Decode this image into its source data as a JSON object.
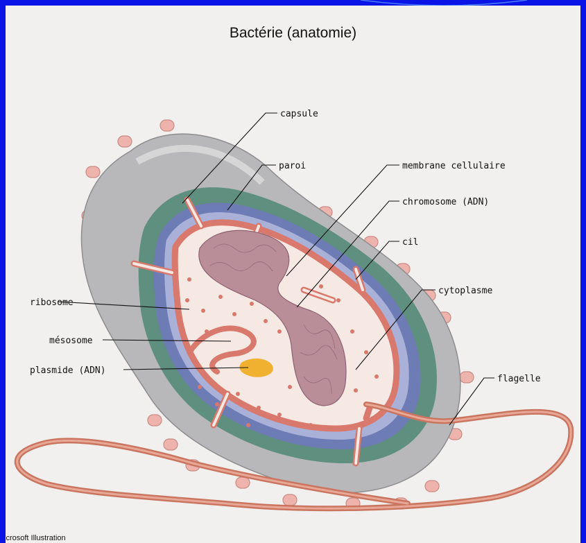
{
  "title": "Bactérie (anatomie)",
  "labels": {
    "capsule": "capsule",
    "paroi": "paroi",
    "membrane": "membrane cellulaire",
    "chromosome": "chromosome (ADN)",
    "cil": "cil",
    "cytoplasme": "cytoplasme",
    "ribosome": "ribosome",
    "mesosome": "mésosome",
    "plasmide": "plasmide (ADN)",
    "flagelle": "flagelle"
  },
  "credit": "icrosoft Illustration",
  "colors": {
    "border": "#0a14e6",
    "background": "#f1f0ee",
    "capsule": "#b8b8ba",
    "paroi": "#5f8f7e",
    "membrane_band": "#6e7cb5",
    "membrane": "#e3948a",
    "cytoplasm": "#f6e8e2",
    "chromosome": "#b98e99",
    "plasmid": "#f0b030",
    "pili": "#efb3ad"
  }
}
